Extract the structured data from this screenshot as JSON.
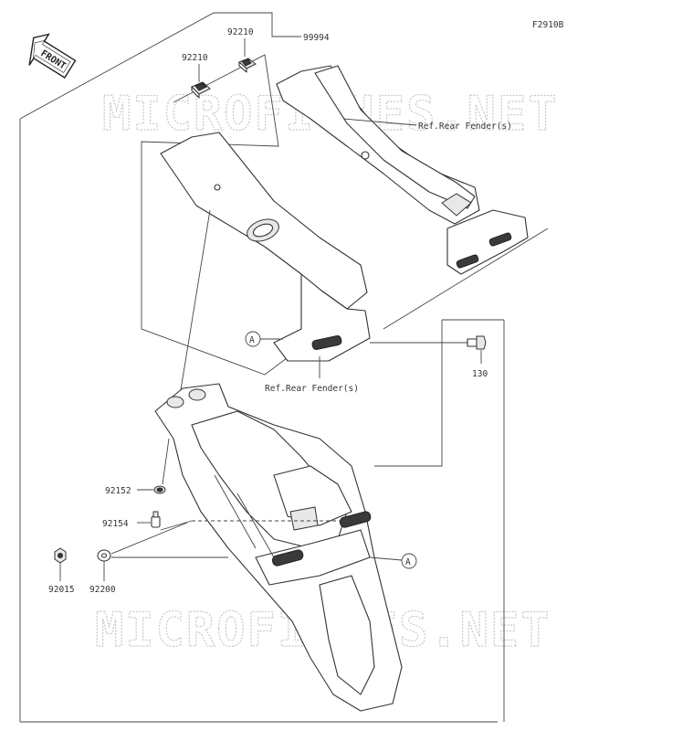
{
  "figure_code": "F2910B",
  "front_arrow_label": "FRONT",
  "watermark_text": "MICROFICHES.NET",
  "reference_labels": {
    "rear_fender_upper": "Ref.Rear Fender(s)",
    "rear_fender_lower": "Ref.Rear Fender(s)"
  },
  "callout_letter": "A",
  "parts": {
    "p92210_a": "92210",
    "p92210_b": "92210",
    "p99994": "99994",
    "p130": "130",
    "p92152": "92152",
    "p92154": "92154",
    "p92015": "92015",
    "p92200": "92200"
  }
}
